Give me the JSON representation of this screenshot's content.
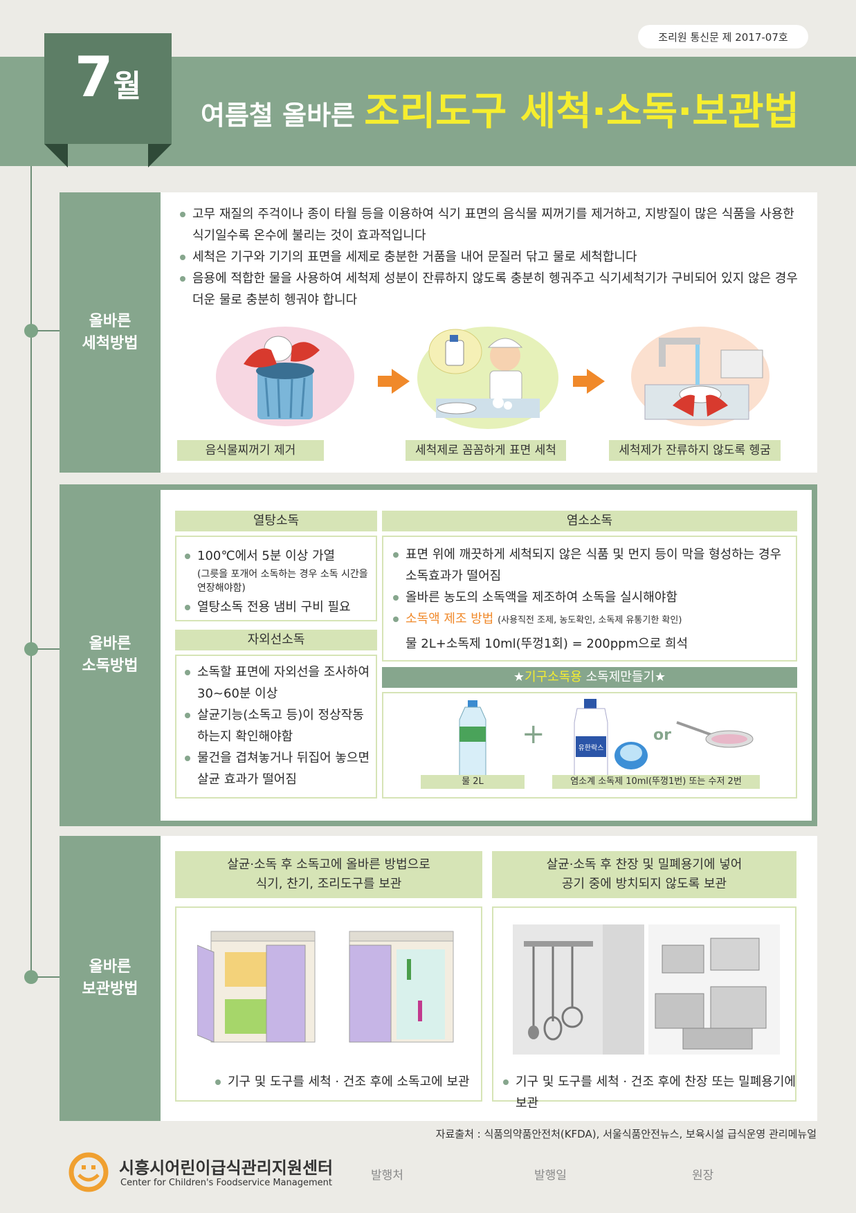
{
  "header": {
    "issue": "조리원 통신문 제 2017-07호",
    "month_num": "7",
    "month_unit": "월",
    "title_prefix": "여름철 올바른 ",
    "title_main": "조리도구 세척·소독·보관법"
  },
  "wash": {
    "label": "올바른\n세척방법",
    "bullets": [
      "고무 재질의 주걱이나 종이 타월 등을 이용하여 식기 표면의 음식물 찌꺼기를 제거하고, 지방질이 많은 식품을 사용한 식기일수록 온수에 불리는 것이 효과적입니다",
      "세척은 기구와 기기의 표면을 세제로 충분한 거품을 내어 문질러 닦고 물로 세척합니다",
      "음용에 적합한 물을 사용하여 세척제 성분이 잔류하지 않도록 충분히 헹궈주고 식기세척기가 구비되어 있지 않은 경우 더운 물로 충분히 헹궈야 합니다"
    ],
    "steps": [
      "음식물찌꺼기 제거",
      "세척제로 꼼꼼하게 표면 세척",
      "세척제가 잔류하지 않도록 헹굼"
    ]
  },
  "disinfect": {
    "label": "올바른\n소독방법",
    "heat": {
      "title": "열탕소독",
      "b1": "100℃에서 5분 이상 가열",
      "b1_note": "(그릇을 포개어 소독하는 경우 소독 시간을 연장해야함)",
      "b2": "열탕소독 전용 냄비 구비 필요"
    },
    "uv": {
      "title": "자외선소독",
      "bullets": [
        "소독할 표면에 자외선을 조사하여 30~60분 이상",
        "살균기능(소독고 등)이 정상작동 하는지 확인해야함",
        "물건을 겹쳐놓거나 뒤집어 놓으면 살균 효과가 떨어짐"
      ]
    },
    "chlorine": {
      "title": "염소소독",
      "b1": "표면 위에 깨끗하게 세척되지 않은 식품 및 먼지 등이 막을 형성하는 경우 소독효과가 떨어짐",
      "b2": "올바른 농도의 소독액을 제조하여 소독을 실시해야함",
      "b3_title": "소독액 제조 방법",
      "b3_note": "(사용직전 조제, 농도확인, 소독제 유통기한 확인)",
      "b3_formula": "물 2L+소독제 10ml(뚜껑1회) = 200ppm으로 희석"
    },
    "make": {
      "star_l": "★",
      "accent": "기구소독용",
      "rest": " 소독제만들기",
      "star_r": "★",
      "plus": "+",
      "or": "or",
      "water_label": "물 2L",
      "bleach_label": "염소계 소독제 10ml(뚜껑1번) 또는 수저 2번",
      "bottle_text": "유한락스"
    }
  },
  "storage": {
    "label": "올바른\n보관방법",
    "left_head": "살균·소독 후 소독고에 올바른 방법으로\n식기, 찬기, 조리도구를 보관",
    "right_head": "살균·소독 후 찬장 및 밀폐용기에 넣어\n공기 중에 방치되지 않도록 보관",
    "left_caption": "기구 및 도구를 세척 · 건조 후에 소독고에 보관",
    "right_caption": "기구 및 도구를 세척 · 건조 후에 찬장 또는 밀폐용기에 보관"
  },
  "footer": {
    "source": "자료출처 :  식품의약품안전처(KFDA),  서울식품안전뉴스,  보육시설 급식운영 관리메뉴얼",
    "org_ko": "시흥시어린이급식관리지원센터",
    "org_en": "Center for Children's Foodservice Management",
    "publisher": "발행처",
    "date": "발행일",
    "director": "원장"
  },
  "colors": {
    "header_green": "#86a68d",
    "dark_green": "#5d7e66",
    "title_yellow": "#f6ee2f",
    "light_green": "#d6e4b6",
    "orange": "#f0892a"
  }
}
